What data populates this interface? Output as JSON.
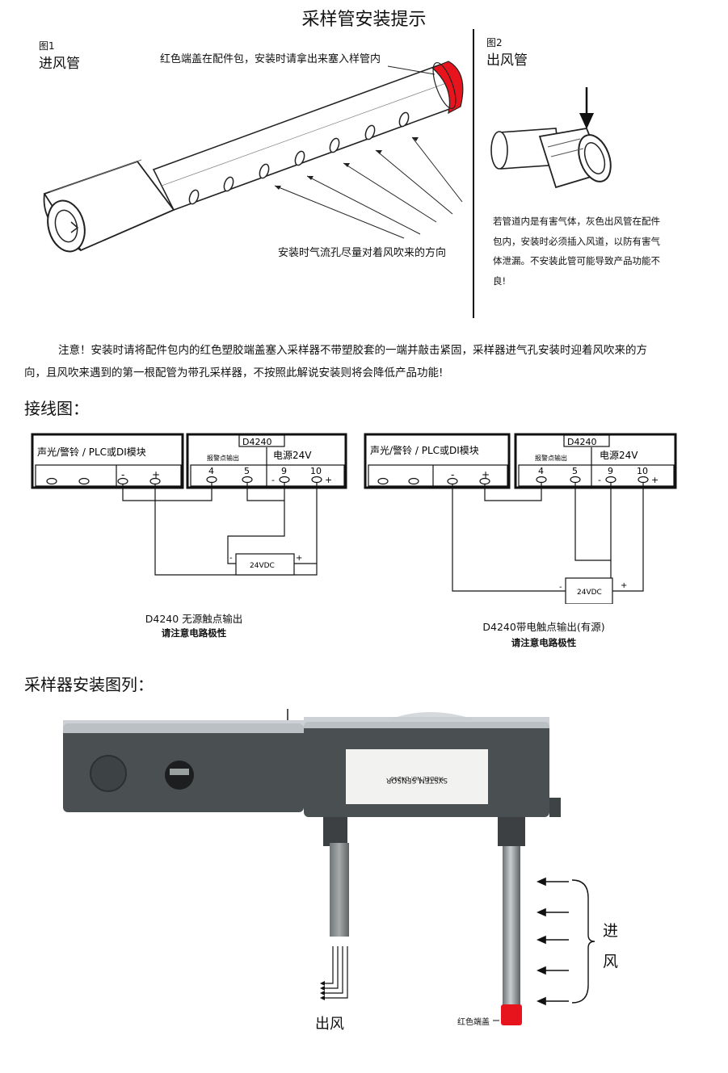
{
  "title": "采样管安装提示",
  "fig1": {
    "num": "图1",
    "name": "进风管",
    "callout_top": "红色端盖在配件包，安装时请拿出来塞入样管内",
    "callout_bottom": "安装时气流孔尽量对着风吹来的方向"
  },
  "fig2": {
    "num": "图2",
    "name": "出风管",
    "desc_lines": [
      "若管道内是有害气体，灰色出风管在配件",
      "包内，安装时必须插入风道，以防有害气",
      "体泄漏。不安装此管可能导致产品功能不",
      "良!"
    ]
  },
  "note": {
    "line1": "注意！安装时请将配件包内的红色塑胶端盖塞入采样器不带塑胶套的一端并敲击紧固，采样器进气孔安装时迎着风吹来的方",
    "line2": "向，且风吹来遇到的第一根配管为带孔采样器，不按照此解说安装则将会降低产品功能!"
  },
  "wiring_title": "接线图：",
  "wiring": {
    "box_alarm": "声光/警铃 / PLC或DI模块",
    "model": "D4240",
    "alarm_out": "报警点输出",
    "power": "电源24V",
    "t4": "4",
    "t5": "5",
    "t9": "9",
    "t10": "10",
    "minus": "-",
    "plus": "+",
    "supply": "24VDC",
    "left_caption": "D4240 无源触点输出",
    "right_caption": "D4240带电触点输出(有源)",
    "polarity": "请注意电路极性"
  },
  "install_title": "采样器安装图列：",
  "photo": {
    "inlet_label_1": "进",
    "inlet_label_2": "风",
    "outlet_label": "出风",
    "red_cap": "红色端盖",
    "label_line1": "SYSTEM SENSOR",
    "label_line2": "MODEL NO. D4240"
  },
  "colors": {
    "red_cap": "#e8141d",
    "housing": "#4a4f52",
    "pipe_gray": "#8c9192"
  }
}
